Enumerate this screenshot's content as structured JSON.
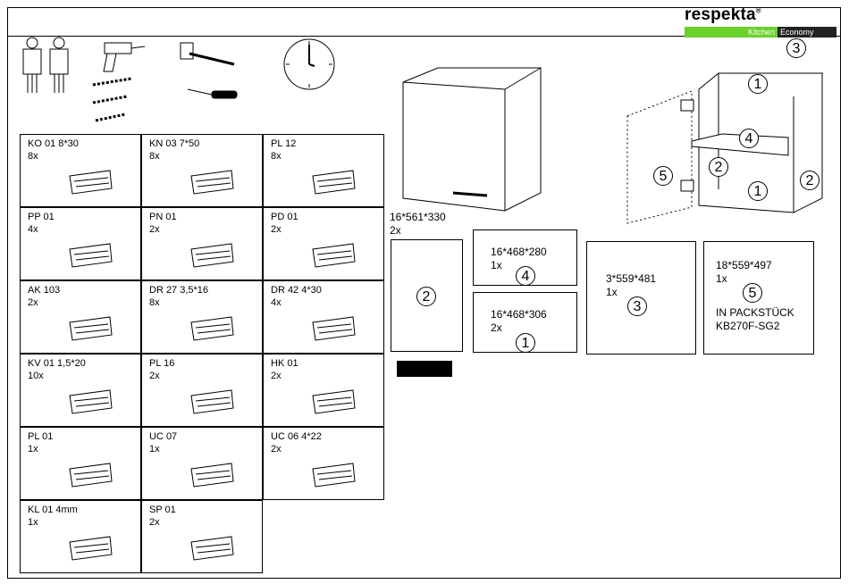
{
  "brand": {
    "name": "respekta",
    "reg": "®",
    "line1": "Kitchen",
    "line2": "Economy"
  },
  "hardware": [
    {
      "code": "KO 01  8*30",
      "qty": "8x",
      "icon": "dowel-icon"
    },
    {
      "code": "KN 03  7*50",
      "qty": "8x",
      "icon": "wall-plug-icon"
    },
    {
      "code": "PL 12",
      "qty": "8x",
      "icon": "cap-icon"
    },
    {
      "code": "PP 01",
      "qty": "4x",
      "icon": "adjustable-foot-icon"
    },
    {
      "code": "PN 01",
      "qty": "2x",
      "icon": "hinge-icon"
    },
    {
      "code": "PD 01",
      "qty": "2x",
      "icon": "hinge-plate-icon"
    },
    {
      "code": "AK 103",
      "qty": "2x",
      "icon": "hanger-bracket-icon"
    },
    {
      "code": "DR 27  3,5*16",
      "qty": "8x",
      "icon": "short-screw-icon"
    },
    {
      "code": "DR 42  4*30",
      "qty": "4x",
      "icon": "screw-icon"
    },
    {
      "code": "KV 01  1,5*20",
      "qty": "10x",
      "icon": "nail-icon"
    },
    {
      "code": "PL 16",
      "qty": "2x",
      "icon": "wall-plug-icon"
    },
    {
      "code": "HK 01",
      "qty": "2x",
      "icon": "hook-icon"
    },
    {
      "code": "PL 01",
      "qty": "1x",
      "icon": "cam-lock-icon"
    },
    {
      "code": "UC 07",
      "qty": "1x",
      "icon": "handle-icon"
    },
    {
      "code": "UC 06  4*22",
      "qty": "2x",
      "icon": "screw-icon"
    },
    {
      "code": "KL 01  4mm",
      "qty": "1x",
      "icon": "allen-key-icon"
    },
    {
      "code": "SP 01",
      "qty": "2x",
      "icon": "hook-screw-icon"
    }
  ],
  "parts": [
    {
      "dims": "16*561*330",
      "qty": "2x",
      "num": "2"
    },
    {
      "dims": "16*468*280",
      "qty": "1x",
      "num": "4"
    },
    {
      "dims": "16*468*306",
      "qty": "2x",
      "num": "1"
    },
    {
      "dims": "3*559*481",
      "qty": "1x",
      "num": "3"
    },
    {
      "dims": "18*559*497",
      "qty": "1x",
      "num": "5",
      "note1": "IN PACKSTÜCK",
      "note2": "KB270F-SG2"
    }
  ],
  "exploded_labels": [
    "1",
    "4",
    "1",
    "2",
    "2",
    "3",
    "5"
  ]
}
